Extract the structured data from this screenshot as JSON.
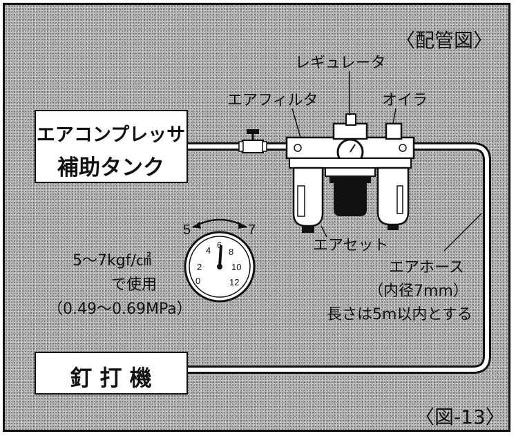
{
  "header": {
    "label": "〈配管図〉"
  },
  "footer": {
    "label": "〈図-13〉"
  },
  "boxes": {
    "compressor_line1": "エアコンプレッサ",
    "compressor_line2": "補助タンク",
    "nailer": "釘 打 機"
  },
  "labels": {
    "regulator": "レギュレータ",
    "air_filter": "エアフィルタ",
    "oiler": "オイラ",
    "air_set": "エアセット",
    "hose_line1": "エアホース",
    "hose_line2": "（内径7mm）",
    "hose_line3": "長さは5m以内とする",
    "pressure_line1": "5～7kgf/㎠",
    "pressure_line2": "で使用",
    "pressure_line3": "（0.49～0.69MPa）"
  },
  "gauge": {
    "range_start": "5",
    "range_end": "7",
    "ticks": [
      "0",
      "2",
      "4",
      "6",
      "8",
      "10",
      "12"
    ]
  }
}
